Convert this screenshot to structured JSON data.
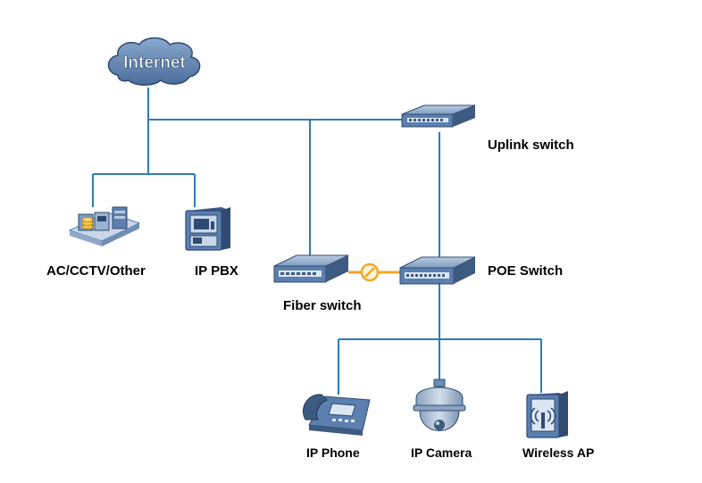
{
  "nodes": {
    "internet": "Internet",
    "uplink_switch": "Uplink switch",
    "ac_cctv_other": "AC/CCTV/Other",
    "ip_pbx": "IP PBX",
    "fiber_switch": "Fiber switch",
    "poe_switch": "POE Switch",
    "ip_phone": "IP Phone",
    "ip_camera": "IP Camera",
    "wireless_ap": "Wireless AP"
  },
  "colors": {
    "link_blue": "#2E7BB8",
    "fiber_orange": "#F5A623",
    "device_dark": "#3D5A80",
    "device_mid": "#5B7FAE",
    "device_light": "#B8C9DE"
  }
}
